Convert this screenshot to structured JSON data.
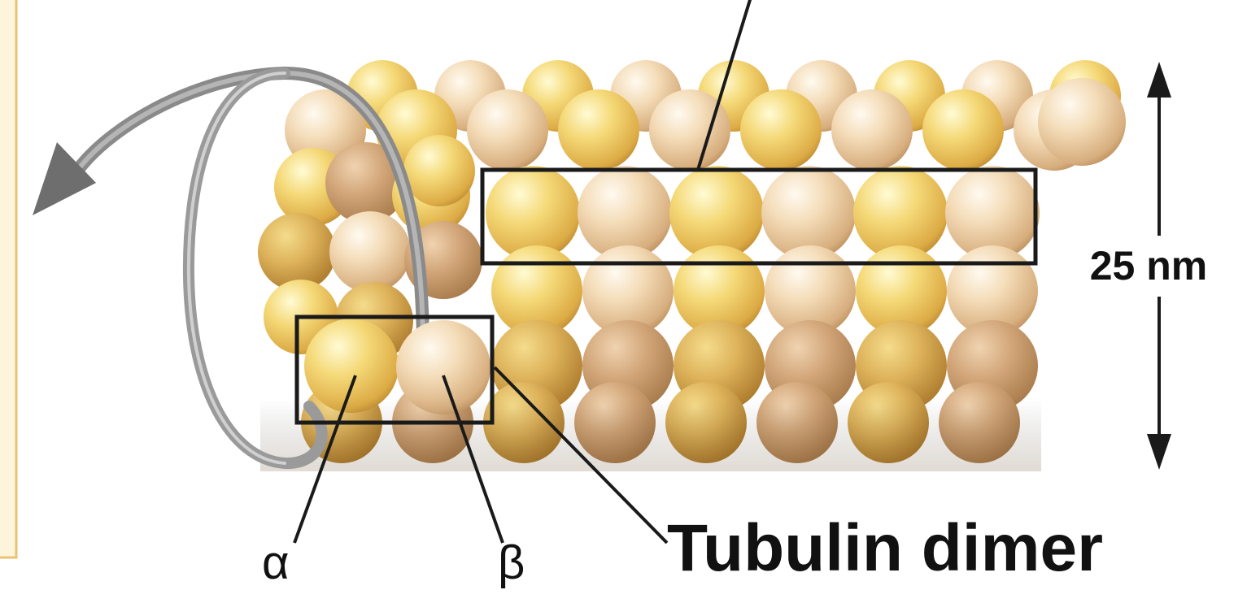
{
  "diagram": {
    "measurement_label": "25 nm",
    "alpha_label": "α",
    "beta_label": "β",
    "dimer_label": "Tubulin dimer"
  },
  "colors": {
    "alpha_subunit": "#f1cf5d",
    "beta_subunit": "#f3dcb9",
    "left_panel_bg": "#fdf4dc",
    "left_panel_border": "#e8c372",
    "outline": "#1a1a1a",
    "arrow_gray": "#7a7a7a"
  }
}
